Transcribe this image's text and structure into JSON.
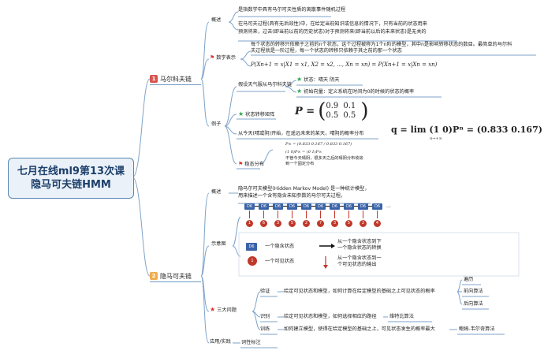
{
  "root": {
    "line1": "七月在线ml9第13次课",
    "line2": "隐马可夫链HMM"
  },
  "branch1": {
    "badge": "1",
    "label": "马尔科夫链",
    "overview": {
      "label": "概述",
      "text1": "是指数学中具有马尔可夫性质的离散事件随机过程",
      "text2a": "在马可夫过程(具有无后效性)中，在给定当前知识或信息的情况下，只有当前的状态用来",
      "text2b": "预测将来，过去(即当前以前的历史状态)对于预测将来(即当前以后的未来状态)是无关的"
    },
    "math": {
      "label": "数学表示",
      "text1": "每个状态的转移只依赖于之前的n个状态，这个过程被称为1个n阶的模型，其中n是影响转移状态的数目。最简单的马尔科",
      "text2": "夫过程就是一阶过程，每一个状态的转移只依赖于其之前的那一个状态",
      "formula": "P(Xn+1 = x|X1 = x1, X2 = x2, ..., Xn = xn) = P(Xn+1 = x|Xn = xn)"
    },
    "example": {
      "label": "例子",
      "assume": "假设天气服从马尔科夫链",
      "state": "状态：晴天 阴天",
      "init": "初始向量：定义系统在时间为0的时候的状态的概率",
      "matrix_label": "状态转移矩阵",
      "matrix_lhs": "P =",
      "matrix": [
        [
          "0.9",
          "0.1"
        ],
        [
          "0.5",
          "0.5"
        ]
      ],
      "start_text": "从今天(晴或阴)开始，在遥远未来的某天，晴阴的概率分布",
      "limit_formula": "q = lim (1   0)Pⁿ = (0.833 0.167)",
      "limit_sub": "n→+∞",
      "stationary": "稳态分布",
      "stationary_pinf": "P∞ = (0.833  0.167 / 0.833  0.167)",
      "stationary_eq": "(1 0)P∞ = (0 1)P∞",
      "stationary_note1": "不管今天晴阴，很多天之后的晴阴分布收敛",
      "stationary_note2": "到一个固定分布"
    }
  },
  "branch2": {
    "badge": "2",
    "label": "隐马可夫链",
    "overview": {
      "label": "概述",
      "text1": "隐马尔可夫模型(Hidden Markov Model) 是一种统计模型，",
      "text2": "用来描述一个含有隐含未知参数的马尔可夫过程。"
    },
    "diagram": {
      "label": "示意图",
      "box_text": "D6",
      "circle_values": [
        "1",
        "6",
        "3",
        "5",
        "2",
        "7",
        "3",
        "5",
        "2",
        "4"
      ],
      "ellipsis": "...",
      "legend_box_label": "一个隐含状态",
      "legend_box_desc1": "从一个隐含状态到下",
      "legend_box_desc2": "一个隐含状态的转换",
      "legend_circ_value": "1",
      "legend_circ_label": "一个可见状态",
      "legend_circ_desc1": "从一个隐含状态到一",
      "legend_circ_desc2": "个可见状态的输出"
    },
    "problems": {
      "label": "三大问题",
      "eval": "验证",
      "eval_text": "给定可见状态和模型，如何计算在给定模型的基础之上可见状态的概率",
      "eval_alg1": "遍历",
      "eval_alg2": "前向算法",
      "eval_alg3": "后向算法",
      "rec": "识别",
      "rec_text": "给定可见状态和模型，如何选择相应的路径",
      "rec_alg": "维特比算法",
      "train": "训练",
      "train_text": "如何建立模型，使得在给定模型的基础之上，可见状态发生的概率最大",
      "train_alg": "鲍姆-韦尔奇算法"
    },
    "application": {
      "label": "应用/实践",
      "text": "词性标注"
    }
  },
  "colors": {
    "line": "#6f9ac4",
    "badge1": "#d9534f",
    "badge2": "#f0ad4e",
    "hidden": "#3a63a8",
    "visible": "#c0392b"
  }
}
